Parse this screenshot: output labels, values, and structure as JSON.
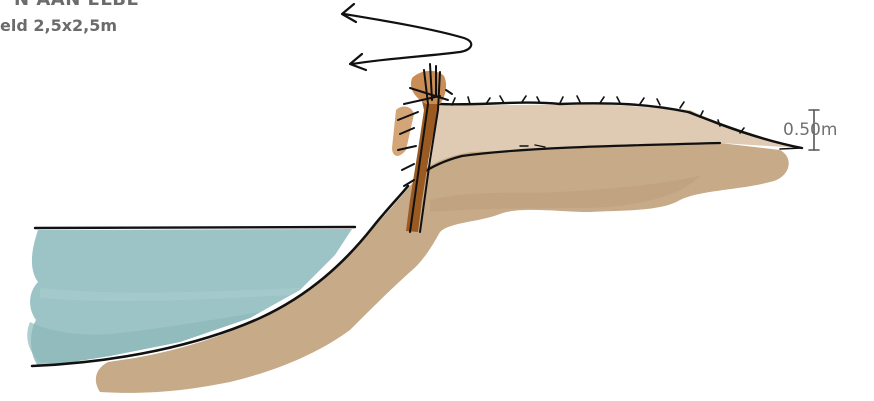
{
  "figure": {
    "title_fragment": "N AAN ELBE",
    "subtitle": "eld 2,5x2,5m",
    "height_label": "0.50m"
  },
  "colors": {
    "water": "#9cc4c6",
    "water_shade": "#8fb8bb",
    "sand": "#c7aa88",
    "sand_light": "#dfcbb4",
    "post": "#9a5a22",
    "post_light": "#c98e55",
    "ink": "#111111",
    "label": "#6b6b6b"
  },
  "icons": {
    "wind_arrows": "arrow-left-icon"
  }
}
